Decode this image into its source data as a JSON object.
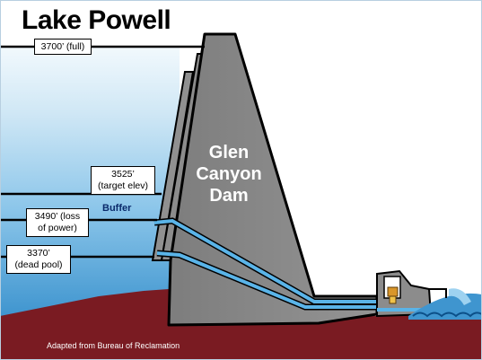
{
  "title": "Lake Powell",
  "dam_label": "Glen\nCanyon\nDam",
  "buffer_label": "Buffer",
  "credit": "Adapted from Bureau of Reclamation",
  "levels": {
    "full": "3700’ (full)",
    "target": "3525’\n(target elev)",
    "loss_of_power": "3490’ (loss\nof power)",
    "dead_pool": "3370’\n(dead pool)"
  },
  "colors": {
    "water_dark": "#3f95cf",
    "water_light": "#cfe7f5",
    "dam_gray": "#8a8a8a",
    "riverbed": "#7a1b22",
    "pipe": "#5ab4e8"
  }
}
